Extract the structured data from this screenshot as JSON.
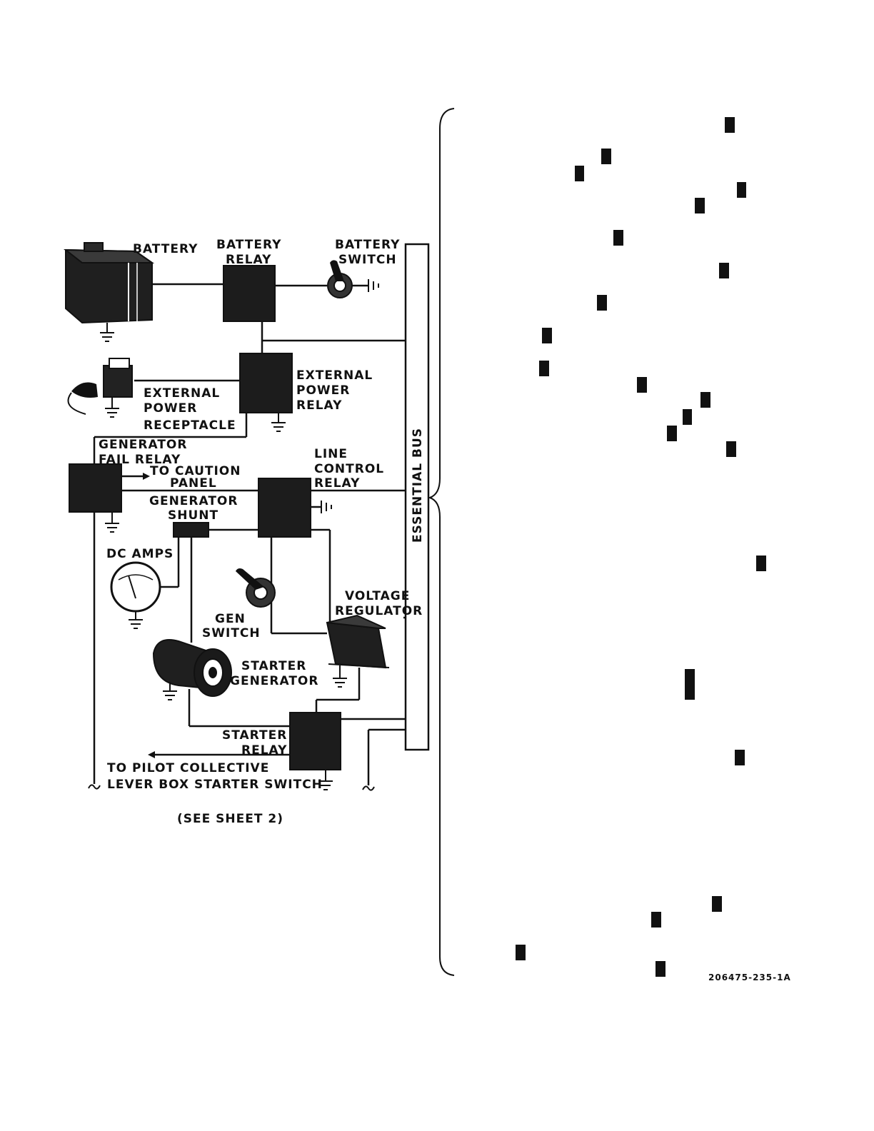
{
  "labels": {
    "battery": "BATTERY",
    "battery_relay_1": "BATTERY",
    "battery_relay_2": "RELAY",
    "battery_switch_1": "BATTERY",
    "battery_switch_2": "SWITCH",
    "ext_power_relay_1": "EXTERNAL",
    "ext_power_relay_2": "POWER",
    "ext_power_relay_3": "RELAY",
    "ext_power_receptacle_1": "EXTERNAL",
    "ext_power_receptacle_2": "POWER",
    "ext_power_receptacle_3": "RECEPTACLE",
    "gen_fail_relay_1": "GENERATOR",
    "gen_fail_relay_2": "FAIL RELAY",
    "caution_panel_1": "TO CAUTION",
    "caution_panel_2": "PANEL",
    "line_control_relay_1": "LINE",
    "line_control_relay_2": "CONTROL",
    "line_control_relay_3": "RELAY",
    "gen_shunt_1": "GENERATOR",
    "gen_shunt_2": "SHUNT",
    "dc_amps": "DC AMPS",
    "gen_switch_1": "GEN",
    "gen_switch_2": "SWITCH",
    "voltage_regulator_1": "VOLTAGE",
    "voltage_regulator_2": "REGULATOR",
    "starter_generator_1": "STARTER",
    "starter_generator_2": "GENERATOR",
    "starter_relay_1": "STARTER",
    "starter_relay_2": "RELAY",
    "pilot_collective_1": "TO PILOT COLLECTIVE",
    "pilot_collective_2": "LEVER BOX STARTER SWITCH",
    "essential_bus": "ESSENTIAL BUS",
    "see_sheet": "(SEE SHEET 2)",
    "figure_id": "206475-235-1A"
  }
}
